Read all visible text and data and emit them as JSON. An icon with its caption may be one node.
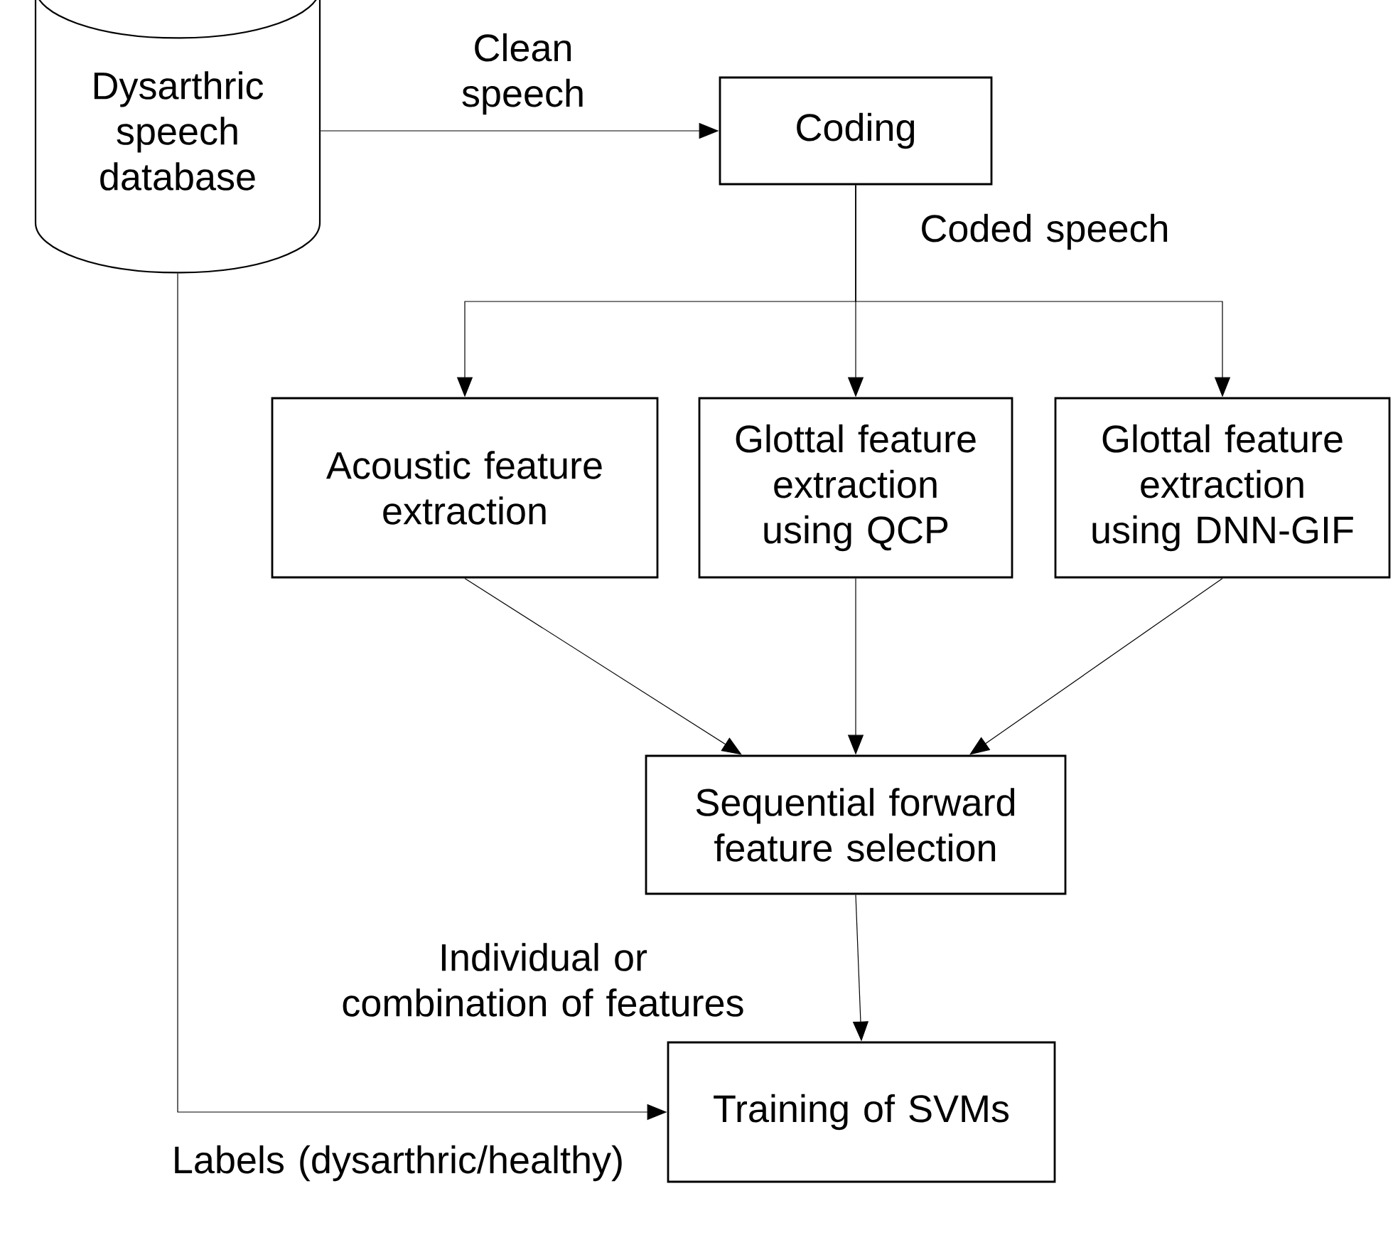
{
  "diagram": {
    "nodes": [
      {
        "text": [
          "Dysarthric speech database"
        ]
      },
      {
        "text": [
          "Coding"
        ]
      },
      {
        "text": [
          "Acoustic feature extraction"
        ]
      },
      {
        "text": [
          "Glottal feature extraction using QCP"
        ]
      },
      {
        "text": [
          "Glottal feature extraction using DNN-GIF"
        ]
      },
      {
        "text": [
          "Sequential forward feature selection"
        ]
      },
      {
        "text": [
          "Training of SVMs"
        ]
      }
    ],
    "edges": [
      {
        "from": 0,
        "to": 1,
        "arrow": "to",
        "label": "Clean speech"
      },
      {
        "from": 1,
        "to": 2,
        "arrow": "to"
      },
      {
        "from": 1,
        "to": 3,
        "arrow": "to",
        "label": "Coded speech"
      },
      {
        "from": 1,
        "to": 4,
        "arrow": "to"
      },
      {
        "from": 2,
        "to": 5,
        "arrow": "to"
      },
      {
        "from": 3,
        "to": 5,
        "arrow": "to"
      },
      {
        "from": 4,
        "to": 5,
        "arrow": "to"
      },
      {
        "from": 5,
        "to": 6,
        "arrow": "to",
        "label": "Individual or combination of features"
      },
      {
        "from": 0,
        "to": 6,
        "arrow": "to",
        "label": "Labels (dysarthric/healthy)"
      }
    ]
  }
}
